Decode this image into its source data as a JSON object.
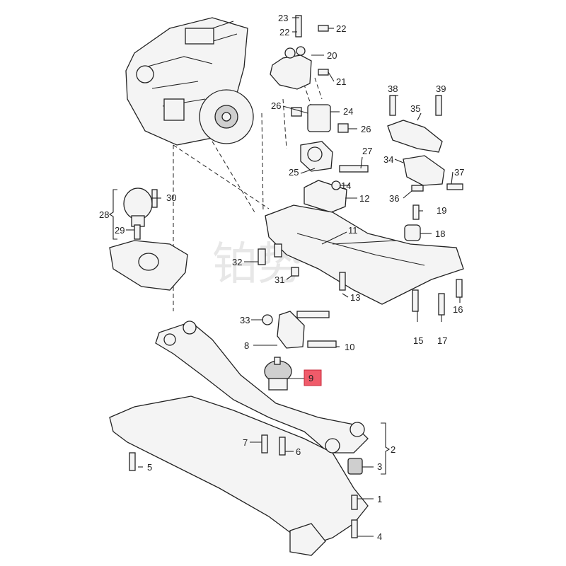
{
  "watermark": "铂势",
  "callouts": {
    "c1": "1",
    "c2": "2",
    "c3": "3",
    "c4": "4",
    "c5": "5",
    "c6": "6",
    "c7": "7",
    "c8": "8",
    "c9": "9",
    "c10": "10",
    "c11": "11",
    "c12": "12",
    "c13": "13",
    "c14": "14",
    "c15": "15",
    "c16": "16",
    "c17": "17",
    "c18": "18",
    "c19": "19",
    "c20": "20",
    "c21": "21",
    "c22a": "22",
    "c22b": "22",
    "c23": "23",
    "c24": "24",
    "c25": "25",
    "c26a": "26",
    "c26b": "26",
    "c27": "27",
    "c28": "28",
    "c29": "29",
    "c30": "30",
    "c31": "31",
    "c32": "32",
    "c33": "33",
    "c34": "34",
    "c35": "35",
    "c36": "36",
    "c37": "37",
    "c38": "38",
    "c39": "39"
  },
  "highlight": {
    "color": "#f05b6a"
  }
}
